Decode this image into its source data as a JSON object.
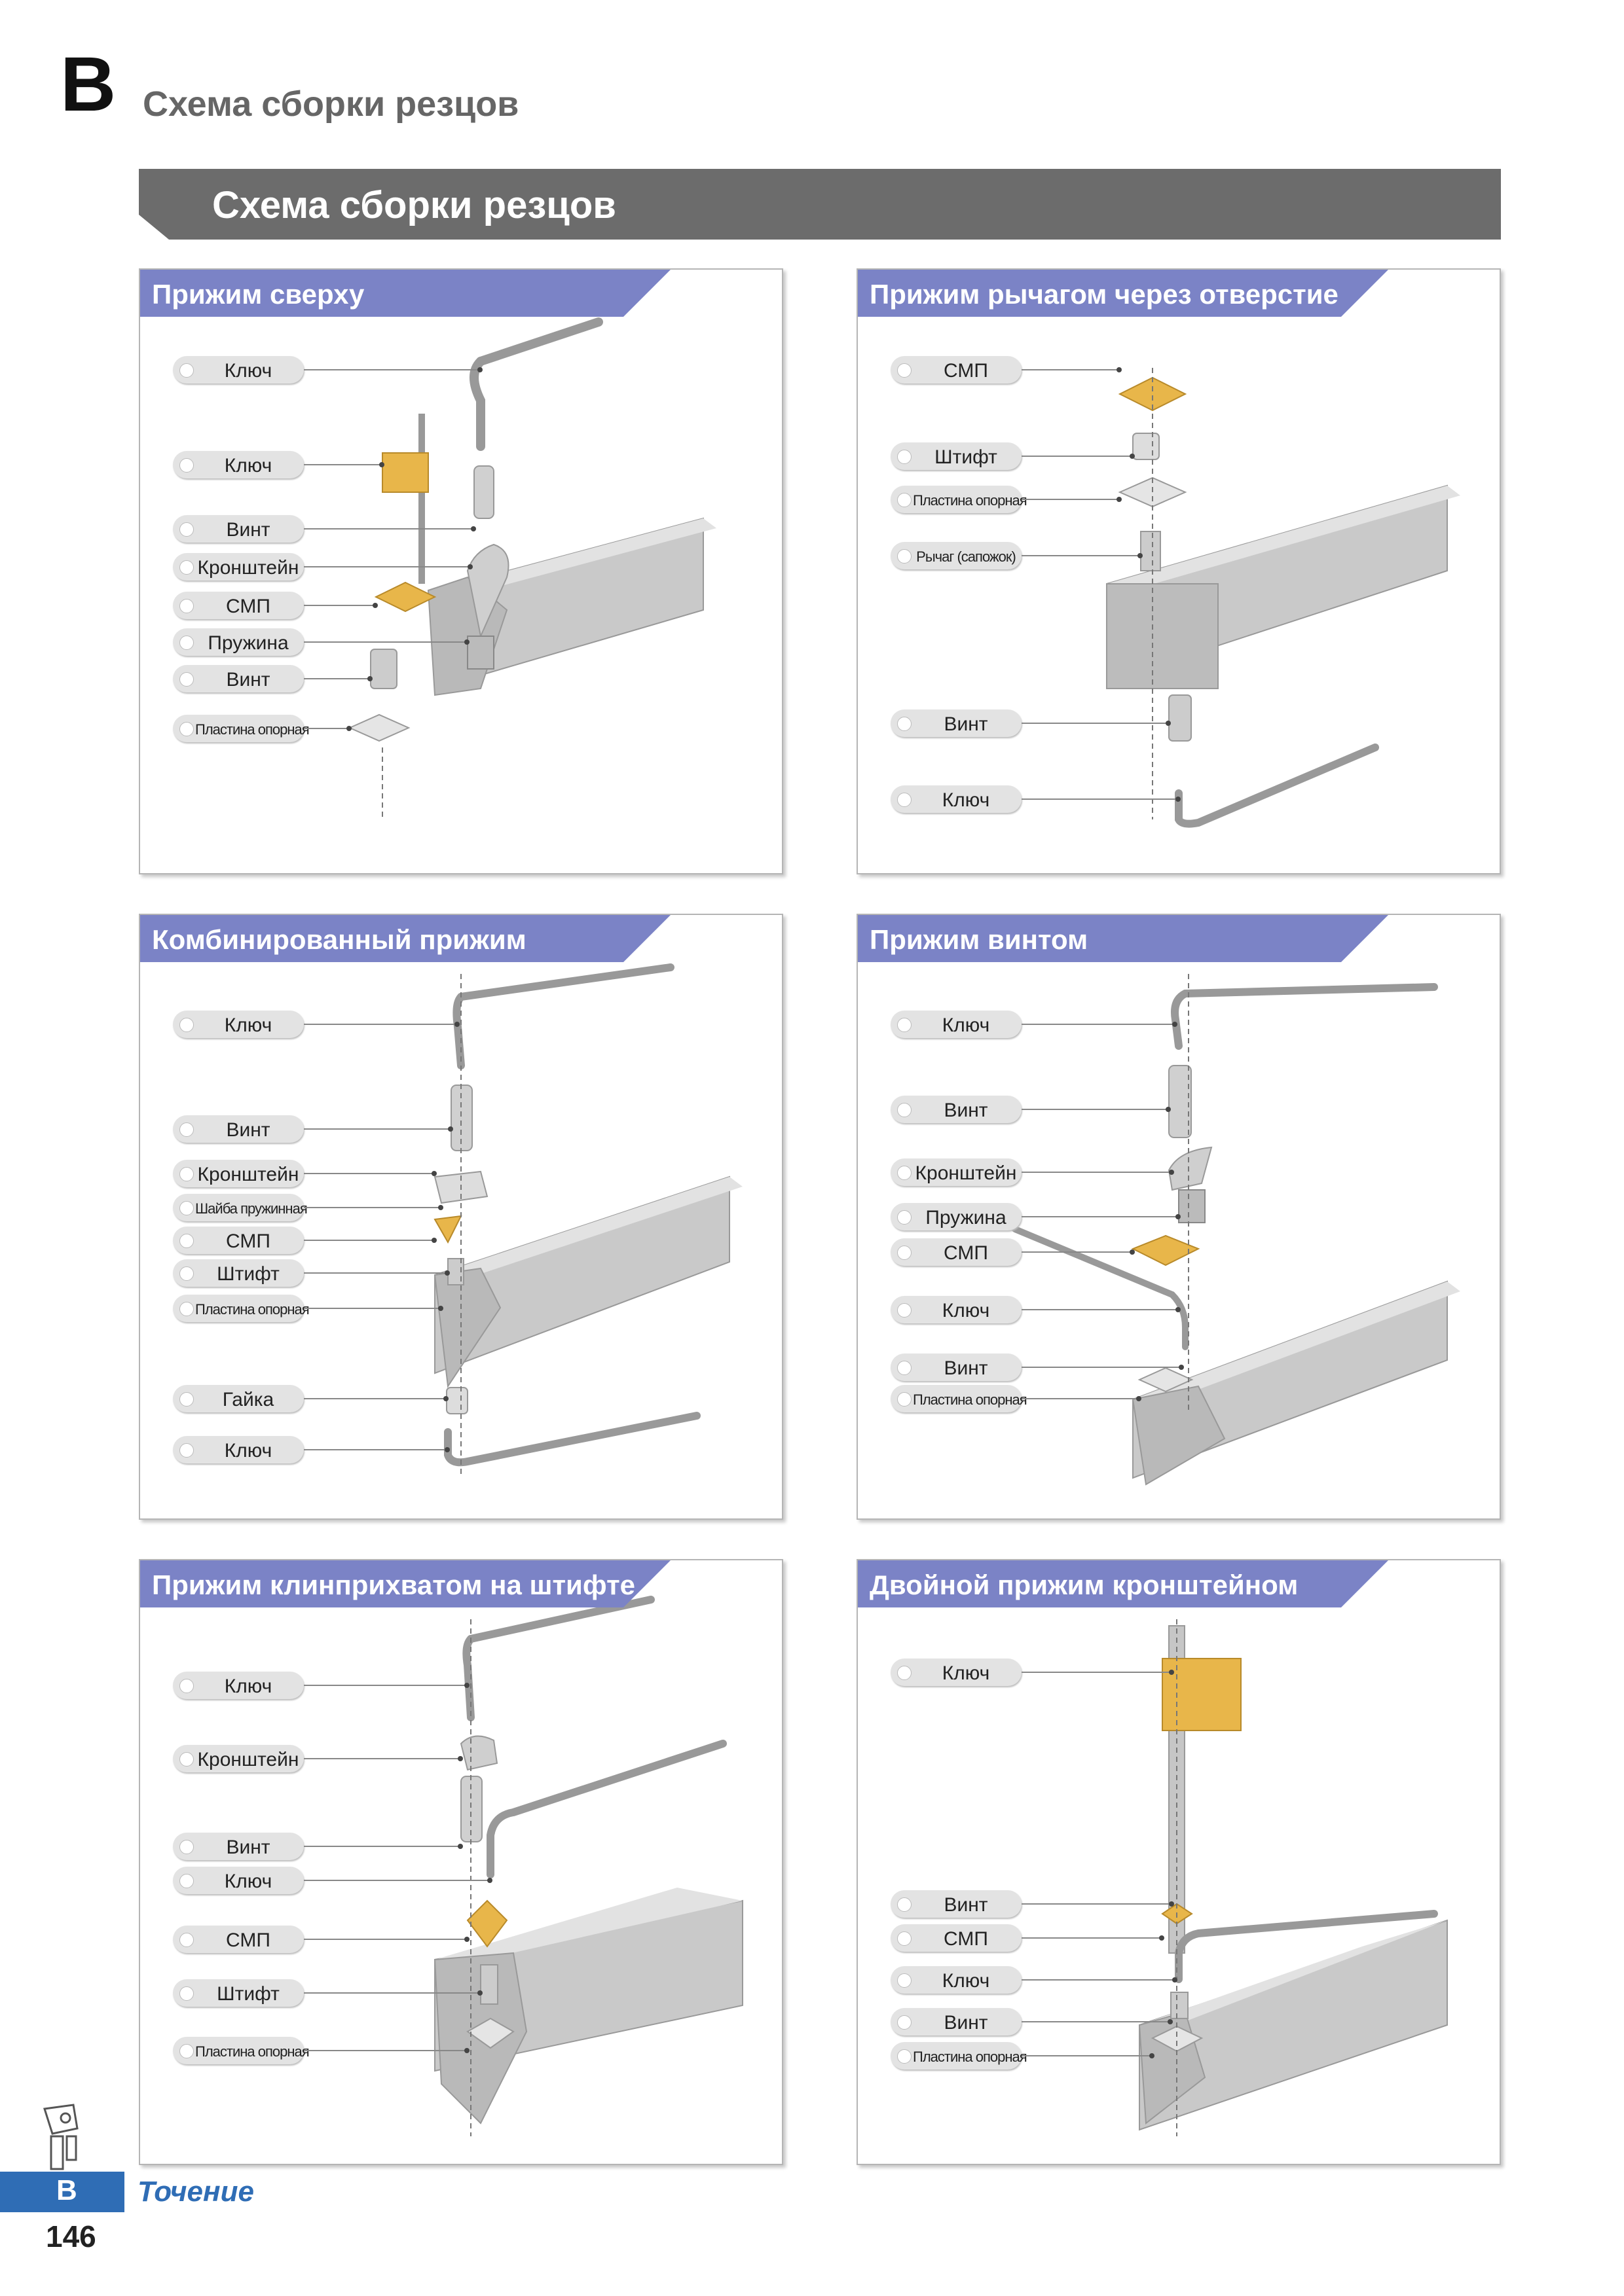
{
  "header": {
    "section_letter": "B",
    "title": "Схема сборки резцов"
  },
  "banner": {
    "title": "Схема сборки резцов"
  },
  "colors": {
    "panel_header": "#7b83c6",
    "banner": "#6c6c6c",
    "insert": "#e8b64a",
    "tab": "#2f6db5"
  },
  "panels": [
    {
      "title": "Прижим сверху",
      "labels": [
        "Ключ",
        "Ключ",
        "Винт",
        "Кронштейн",
        "СМП",
        "Пружина",
        "Винт",
        "Пластина опорная"
      ]
    },
    {
      "title": "Прижим рычагом через отверстие",
      "labels": [
        "СМП",
        "Штифт",
        "Пластина опорная",
        "Рычаг (сапожок)",
        "Винт",
        "Ключ"
      ]
    },
    {
      "title": "Комбинированный прижим",
      "labels": [
        "Ключ",
        "Винт",
        "Кронштейн",
        "Шайба пружинная",
        "СМП",
        "Штифт",
        "Пластина опорная",
        "Гайка",
        "Ключ"
      ]
    },
    {
      "title": "Прижим винтом",
      "labels": [
        "Ключ",
        "Винт",
        "Кронштейн",
        "Пружина",
        "СМП",
        "Ключ",
        "Винт",
        "Пластина опорная"
      ]
    },
    {
      "title": "Прижим клинприхватом на штифте",
      "labels": [
        "Ключ",
        "Кронштейн",
        "Винт",
        "Ключ",
        "СМП",
        "Штифт",
        "Пластина опорная"
      ]
    },
    {
      "title": "Двойной прижим кронштейном",
      "labels": [
        "Ключ",
        "Винт",
        "СМП",
        "Ключ",
        "Винт",
        "Пластина опорная"
      ]
    }
  ],
  "footer": {
    "tab_letter": "B",
    "section_name": "Точение",
    "page_number": "146"
  }
}
